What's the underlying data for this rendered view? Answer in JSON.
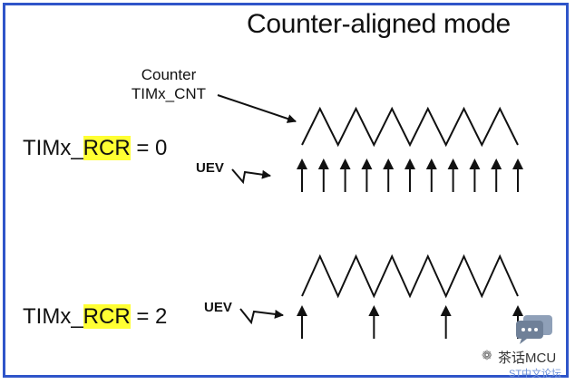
{
  "title": "Counter-aligned mode",
  "counter_label": {
    "line1": "Counter",
    "line2": "TIMx_CNT"
  },
  "rows": [
    {
      "prefix": "TIMx_",
      "highlight": "RCR",
      "suffix": " = 0",
      "uev": "UEV",
      "peaks": 6,
      "uev_count": 11
    },
    {
      "prefix": "TIMx_",
      "highlight": "RCR",
      "suffix": " = 2",
      "uev": "UEV",
      "peaks": 6,
      "uev_count": 4
    }
  ],
  "colors": {
    "border": "#2f55c9",
    "highlight": "#ffff33",
    "ink": "#111111"
  },
  "watermark": {
    "text": "茶话MCU",
    "sub": "ST中文论坛",
    "wechat_icon": "wechat-icon",
    "badge_icon": "chat-bubble-icon"
  }
}
